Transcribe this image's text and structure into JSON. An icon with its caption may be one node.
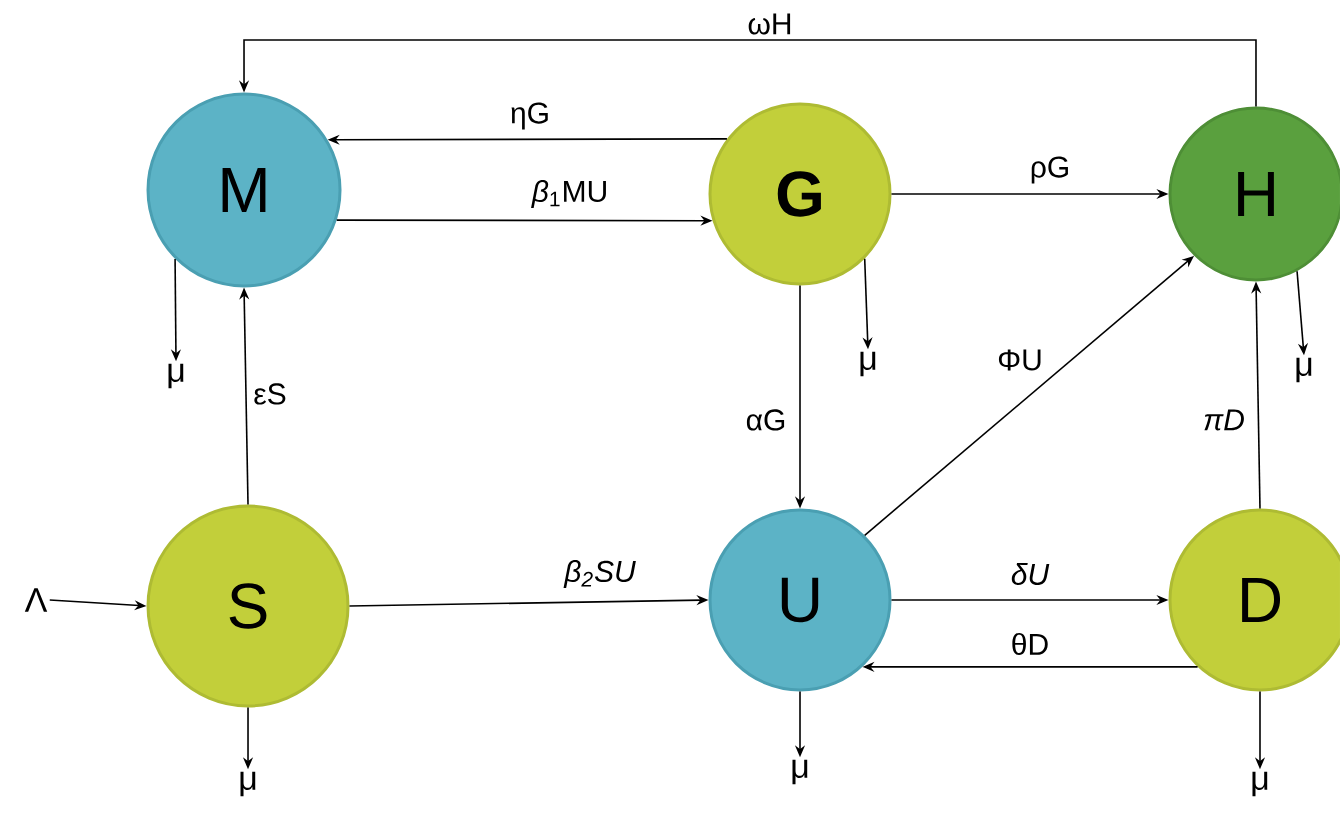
{
  "diagram": {
    "nodes": [
      {
        "text": [
          "M"
        ]
      },
      {
        "text": [
          "G"
        ]
      },
      {
        "text": [
          "H"
        ]
      },
      {
        "text": [
          "μ"
        ]
      },
      {
        "text": [
          "μ"
        ]
      },
      {
        "text": [
          "μ"
        ]
      },
      {
        "text": [
          "Λ"
        ]
      },
      {
        "text": [
          "S"
        ]
      },
      {
        "text": [
          "U"
        ]
      },
      {
        "text": [
          "D"
        ]
      },
      {
        "text": [
          "μ"
        ]
      },
      {
        "text": [
          "μ"
        ]
      },
      {
        "text": [
          "μ"
        ]
      }
    ],
    "edges": [
      {
        "from": 2,
        "to": 0,
        "arrow": "to",
        "label": "ωH"
      },
      {
        "from": 1,
        "to": 0,
        "arrow": "to",
        "label": "ηG"
      },
      {
        "from": 0,
        "to": 1,
        "arrow": "to",
        "label": "*β*$_{1}$MU"
      },
      {
        "from": 1,
        "to": 2,
        "arrow": "to",
        "label": "ρG"
      },
      {
        "from": 1,
        "to": 8,
        "arrow": "to",
        "label": "αG"
      },
      {
        "from": 7,
        "to": 0,
        "arrow": "to",
        "label": "εS"
      },
      {
        "from": 6,
        "to": 7,
        "arrow": "to"
      },
      {
        "from": 7,
        "to": 8,
        "arrow": "to",
        "label": "β$_{2}$SU"
      },
      {
        "from": 8,
        "to": 2,
        "arrow": "to",
        "label": "ΦU"
      },
      {
        "from": 8,
        "to": 9,
        "arrow": "to",
        "label": "δU"
      },
      {
        "from": 9,
        "to": 8,
        "arrow": "to",
        "label": "θD"
      },
      {
        "from": 9,
        "to": 2,
        "arrow": "to",
        "label": "πD"
      },
      {
        "from": 0,
        "to": 3,
        "arrow": "to"
      },
      {
        "from": 1,
        "to": 4,
        "arrow": "to"
      },
      {
        "from": 2,
        "to": 5,
        "arrow": "to"
      },
      {
        "from": 7,
        "to": 10,
        "arrow": "to"
      },
      {
        "from": 8,
        "to": 11,
        "arrow": "to"
      },
      {
        "from": 9,
        "to": 12,
        "arrow": "to"
      }
    ]
  }
}
